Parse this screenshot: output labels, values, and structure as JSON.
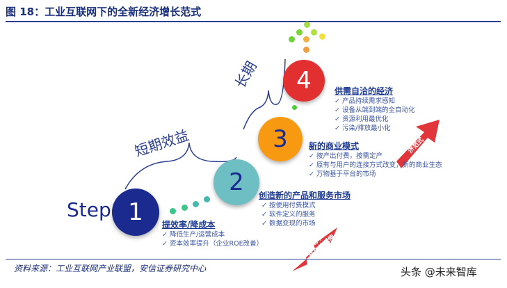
{
  "title": "图 18：工业互联网下的全新经济增长范式",
  "source": "资料来源：工业互联网产业联盟，安信证券研究中心",
  "watermark": "头条 @未来智库",
  "step_label": "Step",
  "short_term": "短期效益",
  "long_term": "长期",
  "steps": [
    {
      "number": "1",
      "color": "#1a2a8f",
      "heading": "提效率/降成本",
      "items": [
        "降低生产/运营成本",
        "资本效率提升（企业ROE改善）"
      ]
    },
    {
      "number": "2",
      "color": "#6dbfc4",
      "heading": "创造新的产品和服务市场",
      "items": [
        "按使用付费模式",
        "软件定义的服务",
        "数据变现的市场"
      ]
    },
    {
      "number": "3",
      "color": "#f79a12",
      "heading": "新的商业模式",
      "items": [
        "按产出付费，按需定产",
        "原有与用户的连接方式改变，新的商业生态",
        "万物基于平台的市场"
      ]
    },
    {
      "number": "4",
      "color": "#e23030",
      "heading": "供需自洽的经济",
      "items": [
        "产品持续需求感知",
        "设备从端到端的全自动化",
        "资源利用最优化",
        "污染/排放最小化"
      ]
    }
  ],
  "arrows": [
    {
      "text": "从降成本到市场价值延伸",
      "color": "#e0353a"
    },
    {
      "text": "全新的经济范式",
      "color": "#e0353a"
    }
  ]
}
